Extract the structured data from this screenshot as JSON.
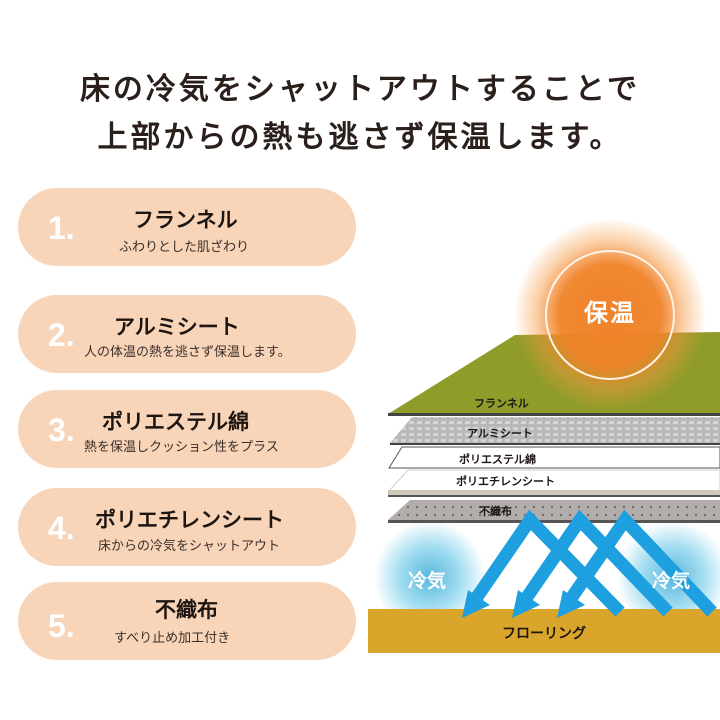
{
  "headline": {
    "line1": "床の冷気をシャットアウトすることで",
    "line2": "上部からの熱も逃さず保温します。"
  },
  "layers_list": [
    {
      "number": "1.",
      "title": "フランネル",
      "description": "ふわりとした肌ざわり"
    },
    {
      "number": "2.",
      "title": "アルミシート",
      "description": "人の体温の熱を逃さず保温します。"
    },
    {
      "number": "3.",
      "title": "ポリエステル綿",
      "description": "熱を保温しクッション性をプラス"
    },
    {
      "number": "4.",
      "title": "ポリエチレンシート",
      "description": "床からの冷気をシャットアウト"
    },
    {
      "number": "5.",
      "title": "不織布",
      "description": "すべり止め加工付き"
    }
  ],
  "diagram": {
    "warm_label": "保温",
    "cold_label_left": "冷気",
    "cold_label_right": "冷気",
    "floor_label": "フローリング",
    "layer_labels": [
      "フランネル",
      "アルミシート",
      "ポリエステル綿",
      "ポリエチレンシート",
      "不織布"
    ]
  },
  "colors": {
    "pill_bg": "#f8d4b8",
    "flannel": "#8f9c2a",
    "warm_orange": "#f0862a",
    "cold_blue": "#1ea0e0",
    "floor": "#d9a52a"
  }
}
